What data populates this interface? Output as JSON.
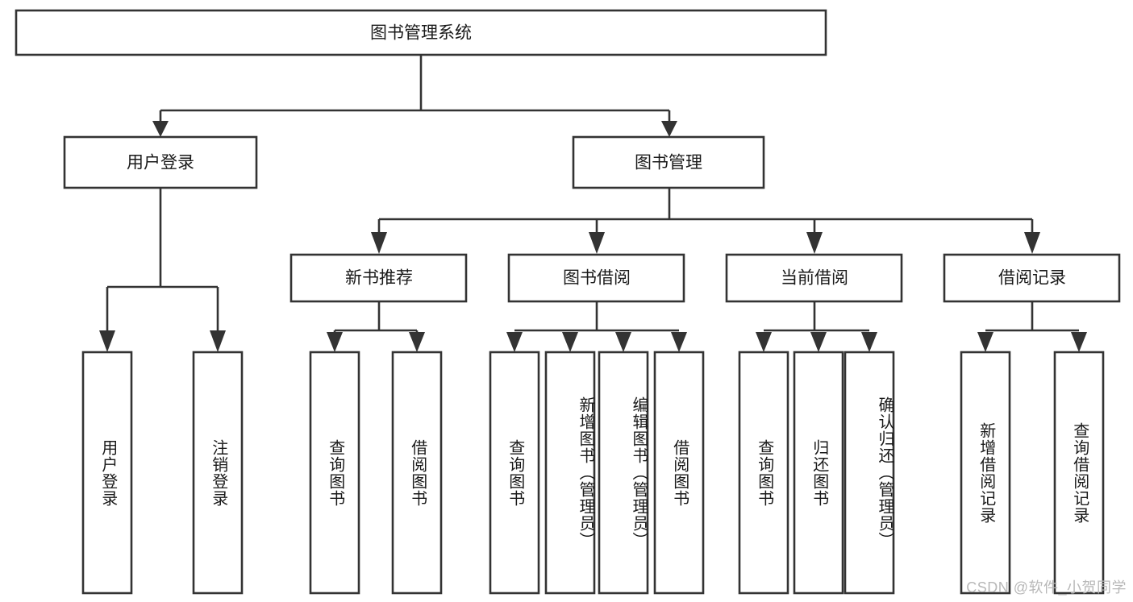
{
  "diagram": {
    "title_node": {
      "label": "图书管理系统"
    },
    "level2": [
      {
        "id": "user-login",
        "label": "用户登录"
      },
      {
        "id": "book-management",
        "label": "图书管理"
      }
    ],
    "level3": [
      {
        "id": "new-book-recommend",
        "label": "新书推荐"
      },
      {
        "id": "book-borrow",
        "label": "图书借阅"
      },
      {
        "id": "current-borrow",
        "label": "当前借阅"
      },
      {
        "id": "borrow-record",
        "label": "借阅记录"
      }
    ],
    "leaves": {
      "user_login": [
        {
          "id": "leaf-user-login",
          "label": "用户登录"
        },
        {
          "id": "leaf-logout-login",
          "label": "注销登录"
        }
      ],
      "new_book_recommend": [
        {
          "id": "leaf-query-book-1",
          "label": "查询图书"
        },
        {
          "id": "leaf-borrow-book-1",
          "label": "借阅图书"
        }
      ],
      "book_borrow": [
        {
          "id": "leaf-query-book-2",
          "label": "查询图书"
        },
        {
          "id": "leaf-add-book",
          "label": "新增图书（管理员）"
        },
        {
          "id": "leaf-edit-book",
          "label": "编辑图书（管理员）"
        },
        {
          "id": "leaf-borrow-book-2",
          "label": "借阅图书"
        }
      ],
      "current_borrow": [
        {
          "id": "leaf-query-book-3",
          "label": "查询图书"
        },
        {
          "id": "leaf-return-book",
          "label": "归还图书"
        },
        {
          "id": "leaf-confirm-return",
          "label": "确认归还（管理员）"
        }
      ],
      "borrow_record": [
        {
          "id": "leaf-add-record",
          "label": "新增借阅记录"
        },
        {
          "id": "leaf-query-record",
          "label": "查询借阅记录"
        }
      ]
    },
    "colors": {
      "stroke": "#333333",
      "box_fill": "#ffffff",
      "text": "#1a1a1a",
      "watermark": "#b8b8b8",
      "background": "#ffffff"
    }
  },
  "watermark": {
    "text": "CSDN @软件_小贺同学"
  }
}
